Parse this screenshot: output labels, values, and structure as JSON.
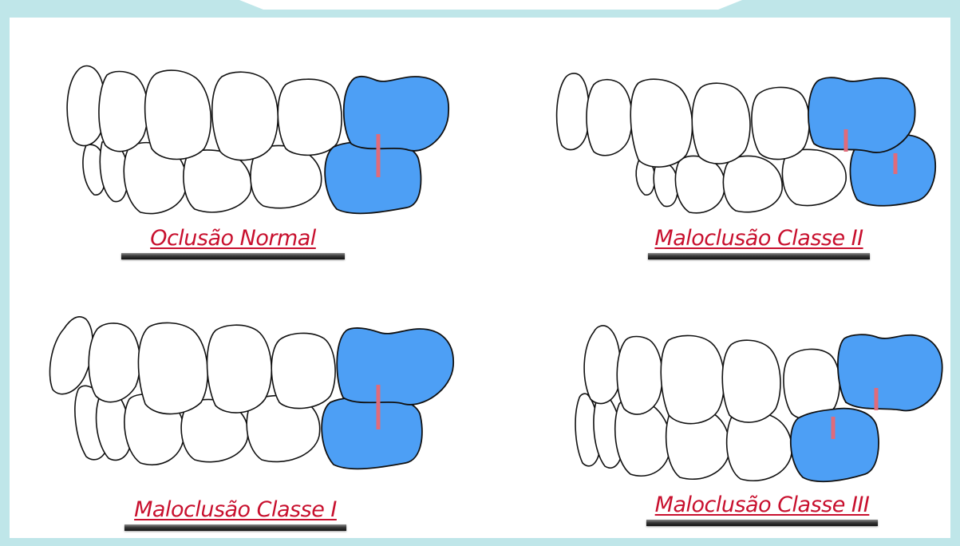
{
  "diagrams": [
    {
      "label": "Oclusão Normal"
    },
    {
      "label": "Maloclusão Classe II"
    },
    {
      "label": "Maloclusão Classe I"
    },
    {
      "label": "Maloclusão Classe III"
    }
  ],
  "colors": {
    "background": "#bfe6e9",
    "molar_fill": "#4d9ff5",
    "reference_mark": "#e06b7a",
    "label_text": "#c8102e"
  }
}
